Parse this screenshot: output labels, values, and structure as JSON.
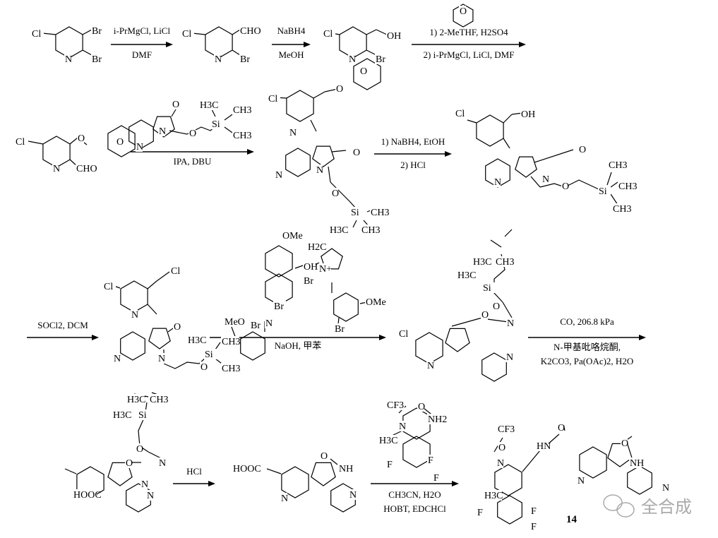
{
  "scheme": {
    "steps": [
      {
        "above": "i-PrMgCl, LiCl",
        "below": "DMF"
      },
      {
        "above": "NaBH4",
        "below": "MeOH"
      },
      {
        "above": "1) 2-MeTHF, H2SO4",
        "below": "2) i-PrMgCl, LiCl, DMF"
      },
      {
        "above": "",
        "below": "IPA, DBU"
      },
      {
        "above": "1) NaBH4, EtOH",
        "below": "2) HCl"
      },
      {
        "above": "SOCl2, DCM",
        "below": ""
      },
      {
        "above": "",
        "below": "NaOH, 甲苯"
      },
      {
        "above": "CO, 206.8 kPa",
        "below": "N-甲基吡咯烷酮,",
        "below2": "K2CO3, Pa(OAc)2, H2O"
      },
      {
        "above": "HCl",
        "below": ""
      },
      {
        "above": "",
        "below": "CH3CN, H2O",
        "below2": "HOBT, EDCHCl"
      }
    ],
    "molecules": [
      {
        "name": "dibromochloropyridine",
        "atoms": [
          "Cl",
          "Br",
          "N",
          "Br"
        ]
      },
      {
        "name": "bromochloronicotinaldehyde",
        "atoms": [
          "Cl",
          "CHO",
          "N",
          "Br"
        ]
      },
      {
        "name": "bromopyridinylmethanol",
        "atoms": [
          "Cl",
          "OH",
          "N",
          "Br"
        ]
      },
      {
        "name": "dihydropyran",
        "atoms": [
          "O"
        ]
      },
      {
        "name": "thp-aldehyde",
        "atoms": [
          "Cl",
          "O",
          "O",
          "N",
          "CHO"
        ]
      },
      {
        "name": "sem-azaoxindole",
        "atoms": [
          "O",
          "N",
          "N",
          "O",
          "H3C",
          "Si",
          "CH3",
          "CH3"
        ]
      },
      {
        "name": "condensation-product",
        "atoms": [
          "Cl",
          "O",
          "O",
          "N",
          "O",
          "N",
          "N",
          "O",
          "Si",
          "H3C",
          "CH3",
          "CH3"
        ]
      },
      {
        "name": "reduced-alcohol",
        "atoms": [
          "Cl",
          "OH",
          "O",
          "N",
          "N",
          "O",
          "Si",
          "CH3",
          "CH3",
          "CH3"
        ]
      },
      {
        "name": "chloride",
        "atoms": [
          "Cl",
          "Cl",
          "N",
          "O",
          "N",
          "N",
          "O",
          "H3C",
          "Si",
          "CH3",
          "CH3"
        ]
      },
      {
        "name": "ptc-catalyst",
        "atoms": [
          "OMe",
          "OH",
          "H2C",
          "N",
          "Br",
          "N+",
          "Br",
          "Br",
          "MeO",
          "OMe",
          "Br"
        ]
      },
      {
        "name": "spiro-chloride",
        "atoms": [
          "H3C",
          "CH3",
          "H3C",
          "Si",
          "O",
          "O",
          "N",
          "Cl",
          "N",
          "N"
        ]
      },
      {
        "name": "spiro-acid-sem",
        "atoms": [
          "H3C",
          "CH3",
          "H3C",
          "Si",
          "O",
          "O",
          "N",
          "HOOC",
          "N",
          "N"
        ]
      },
      {
        "name": "spiro-acid",
        "atoms": [
          "HOOC",
          "O",
          "NH",
          "N",
          "N"
        ]
      },
      {
        "name": "amine",
        "atoms": [
          "CF3",
          "N",
          "O",
          "NH2",
          "H3C",
          "F",
          "F",
          "F"
        ]
      },
      {
        "name": "product-14",
        "atoms": [
          "CF3",
          "O",
          "N",
          "HN",
          "O",
          "O",
          "NH",
          "N",
          "N",
          "H3C",
          "F",
          "F",
          "F"
        ]
      }
    ],
    "compound_label": "14",
    "watermark": "全合成"
  }
}
